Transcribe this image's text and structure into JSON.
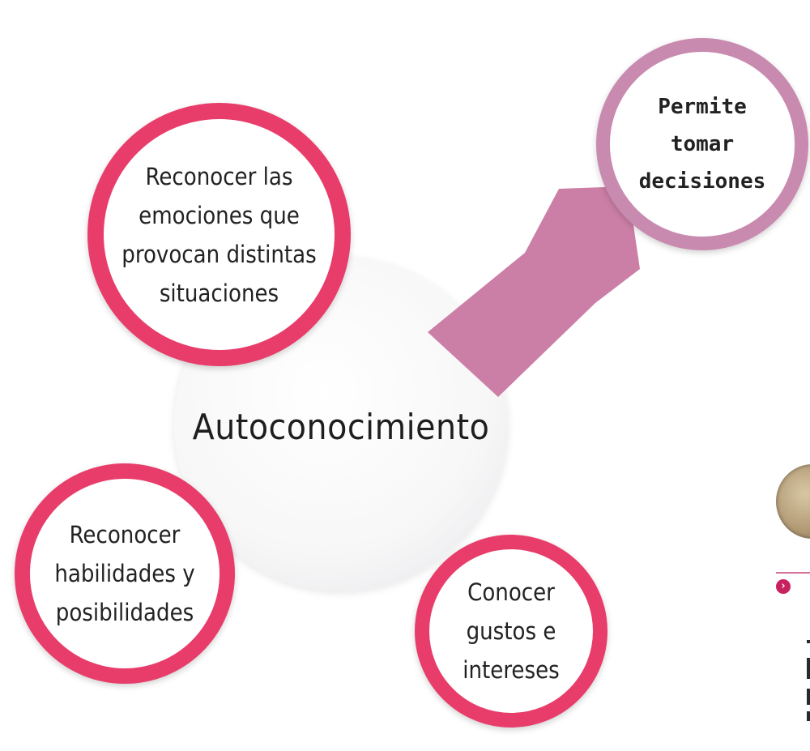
{
  "center": {
    "label": "Autoconocimiento"
  },
  "bubbles": {
    "emociones": "Reconocer las\nemociones que\nprovocan distintas\nsituaciones",
    "habilidades": "Reconocer\nhabilidades y\nposibilidades",
    "gustos": "Conocer\ngustos e\nintereses",
    "decisiones": "Permite\ntomar\ndecisiones"
  },
  "colors": {
    "accent_pink": "#e83d6a",
    "mauve": "#c98ab0",
    "arrow": "#cc7fa6"
  },
  "icons": {
    "side_bullet": "chevron-right-icon",
    "coin": "coin-image"
  }
}
